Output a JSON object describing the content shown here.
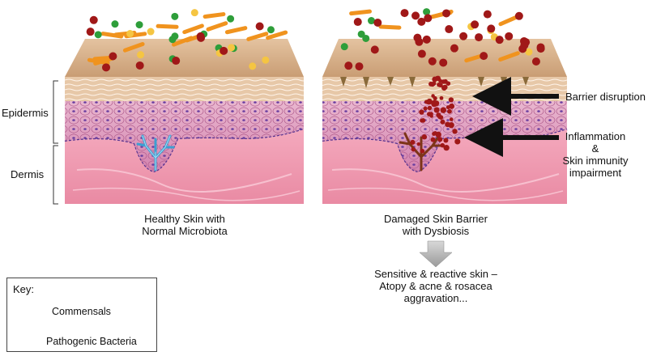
{
  "layers": {
    "epidermis": "Epidermis",
    "dermis": "Dermis"
  },
  "panels": {
    "healthy": {
      "caption_line1": "Healthy Skin with",
      "caption_line2": "Normal Microbiota"
    },
    "damaged": {
      "caption_line1": "Damaged Skin Barrier",
      "caption_line2": "with Dysbiosis"
    }
  },
  "annotations": {
    "barrier": "Barrier disruption",
    "inflammation_line1": "Inflammation",
    "inflammation_line2": "&",
    "inflammation_line3": "Skin immunity",
    "inflammation_line4": "impairment"
  },
  "outcome": {
    "line1": "Sensitive & reactive skin –",
    "line2": "Atopy & acne & rosacea",
    "line3": "aggravation..."
  },
  "key": {
    "title": "Key:",
    "commensals": "Commensals",
    "pathogenic": "Pathogenic Bacteria"
  },
  "colors": {
    "rod": "#f0931e",
    "commensal_green": "#2e9e3a",
    "commensal_yellow": "#f5c542",
    "pathogen": "#a01818",
    "stratum_corneum": "#d9b38f",
    "epidermis": "#d98fb8",
    "dermis": "#ef9bb0",
    "capillary": "#57b7e0",
    "inflamed_vessel": "#8c3b1e"
  }
}
